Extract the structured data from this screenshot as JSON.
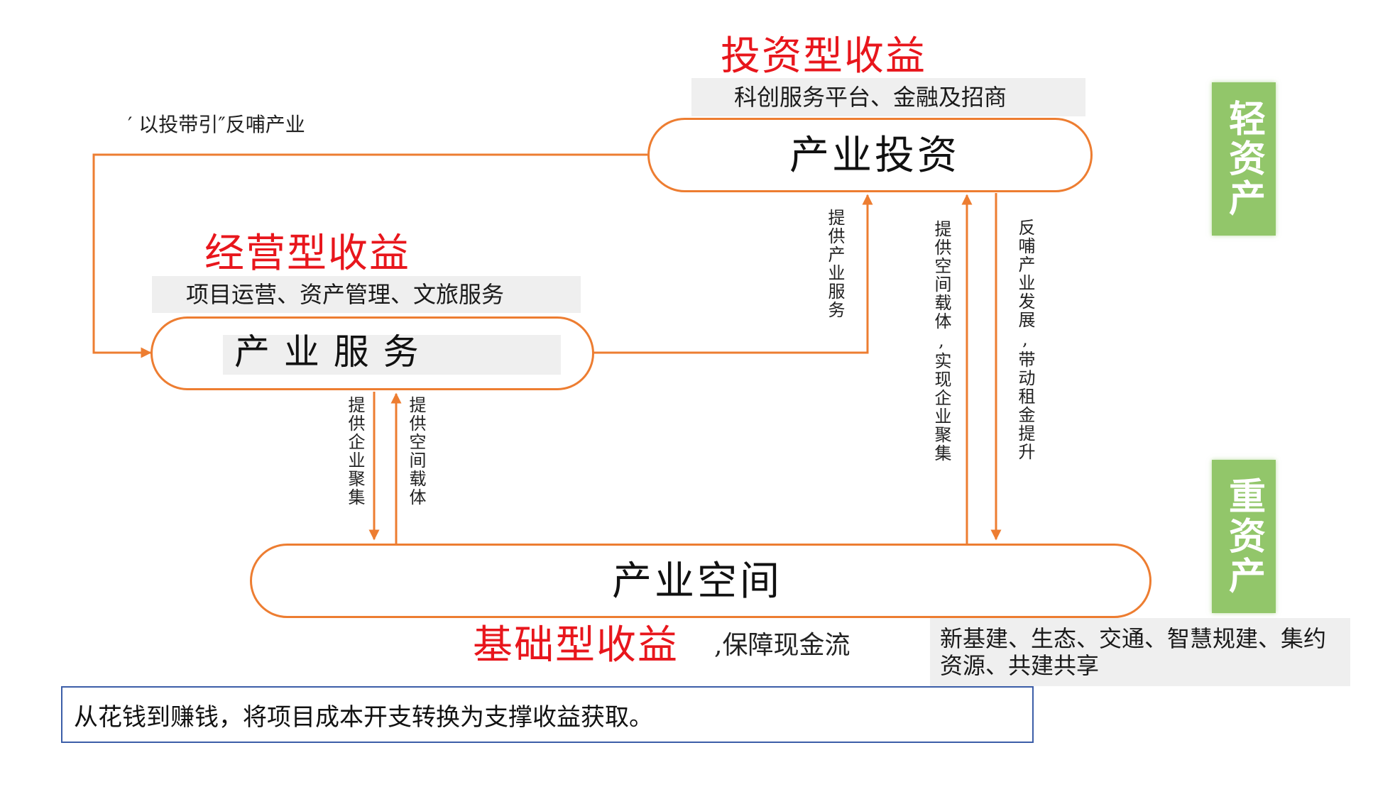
{
  "colors": {
    "accent_orange": "#ed7d31",
    "title_red": "#e8161c",
    "badge_green": "#92c66a",
    "band_grey": "#efefef",
    "note_border": "#3c5ea8"
  },
  "nodes": {
    "investment": {
      "title": "投资型收益",
      "subtitle": "科创服务平台、金融及招商",
      "label": "产业投资"
    },
    "service": {
      "title": "经营型收益",
      "subtitle": "项目运营、资产管理、文旅服务",
      "label": "产 业 服 务"
    },
    "space": {
      "label": "产业空间",
      "title": "基础型收益",
      "title_suffix": ",保障现金流",
      "subtitle": "新基建、生态、交通、智慧规建、集约资源、共建共享"
    }
  },
  "edges": {
    "feedback_top": "′ 以投带引″反哺产业",
    "service_to_investment": "提供产业服务",
    "space_to_investment": "提供空间载体,实现企业聚集",
    "investment_to_space": "反哺产业发展,带动租金提升",
    "service_to_space": "提供企业聚集",
    "space_to_service": "提供空间载体"
  },
  "side_labels": {
    "light": "轻资产",
    "heavy": "重资产"
  },
  "note": "从花钱到赚钱，将项目成本开支转换为支撑收益获取。"
}
